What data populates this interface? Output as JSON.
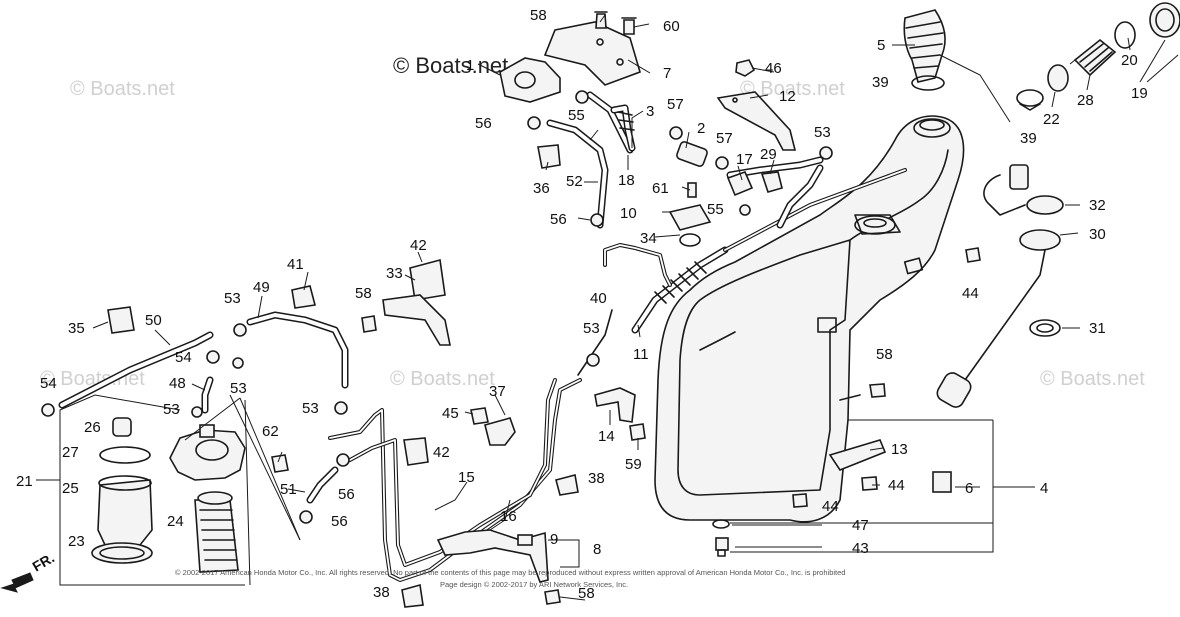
{
  "copyright": "© Boats.net",
  "watermark": "© Boats.net",
  "front_label": "FR.",
  "footer_line1": "© 2002-2017 American Honda Motor Co., Inc. All rights reserved. No part of the contents of this page may be reproduced without express written approval of American Honda Motor Co., Inc. is prohibited",
  "footer_line2": "Page design © 2002-2017 by ARI Network Services, Inc.",
  "callouts": {
    "c1": "1",
    "c2": "2",
    "c3": "3",
    "c4": "4",
    "c5": "5",
    "c6": "6",
    "c7": "7",
    "c8": "8",
    "c9": "9",
    "c10": "10",
    "c11": "11",
    "c12": "12",
    "c13": "13",
    "c14": "14",
    "c15": "15",
    "c16": "16",
    "c17": "17",
    "c18": "18",
    "c19": "19",
    "c20": "20",
    "c21": "21",
    "c22": "22",
    "c23": "23",
    "c24": "24",
    "c25": "25",
    "c26": "26",
    "c27": "27",
    "c28": "28",
    "c29": "29",
    "c30": "30",
    "c31": "31",
    "c32": "32",
    "c33": "33",
    "c34": "34",
    "c35": "35",
    "c36": "36",
    "c37": "37",
    "c38": "38",
    "c39": "39",
    "c40": "40",
    "c41": "41",
    "c42": "42",
    "c43": "43",
    "c44": "44",
    "c45": "45",
    "c46": "46",
    "c47": "47",
    "c48": "48",
    "c49": "49",
    "c50": "50",
    "c51": "51",
    "c52": "52",
    "c53": "53",
    "c54": "54",
    "c55": "55",
    "c56": "56",
    "c57": "57",
    "c58": "58",
    "c59": "59",
    "c60": "60",
    "c61": "61",
    "c62": "62"
  }
}
